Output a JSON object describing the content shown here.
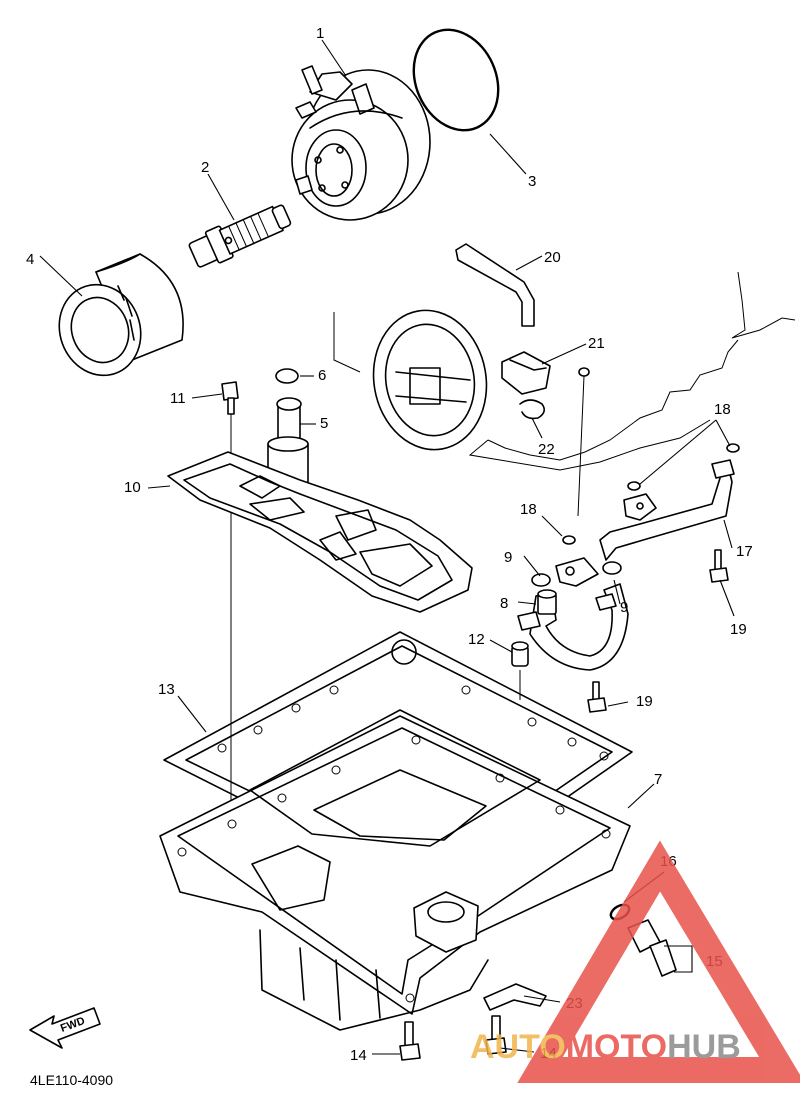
{
  "diagram_code": "4LE110-4090",
  "fwd_label": "FWD",
  "watermark": {
    "part1": "AUTO",
    "part2": "MOTO",
    "part3": "HUB",
    "color_main": "#e8524a",
    "color_part1": "#f2b34a",
    "color_part3": "#8a8a8a"
  },
  "callouts": {
    "c1": "1",
    "c2": "2",
    "c3": "3",
    "c4": "4",
    "c5": "5",
    "c6": "6",
    "c7": "7",
    "c8": "8",
    "c9a": "9",
    "c9b": "9",
    "c10": "10",
    "c11": "11",
    "c12": "12",
    "c13": "13",
    "c14a": "14",
    "c14b": "14",
    "c15": "15",
    "c16": "16",
    "c17": "17",
    "c18a": "18",
    "c18b": "18",
    "c19a": "19",
    "c19b": "19",
    "c20": "20",
    "c21": "21",
    "c22": "22",
    "c23": "23"
  }
}
